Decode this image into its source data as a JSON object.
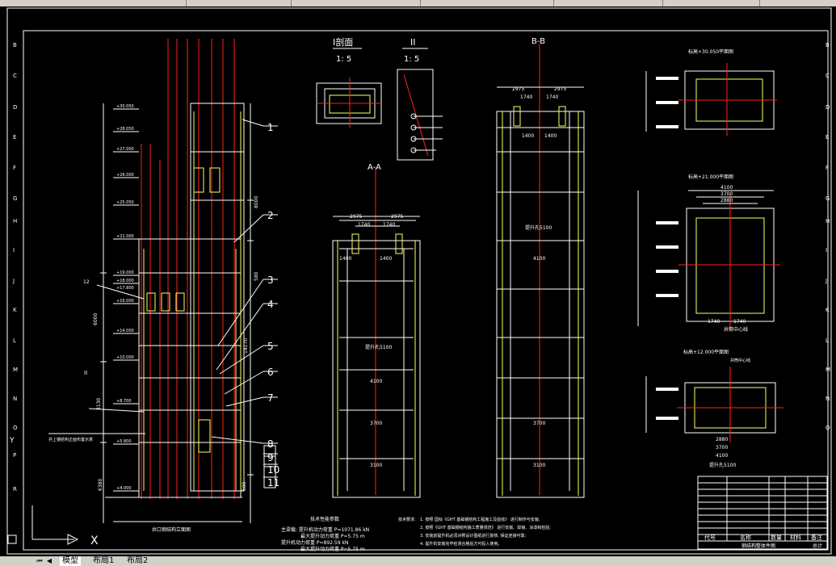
{
  "drawing": {
    "section_i_label": "I剖面",
    "section_i_scale": "1: 5",
    "section_ii_label": "II",
    "section_ii_scale": "1: 5",
    "section_aa_label": "A-A",
    "section_bb_label": "B-B",
    "dim_2975": "2975",
    "dim_1740": "1740",
    "dim_1400": "1400",
    "dim_4100": "4100",
    "dim_3700": "3700",
    "dim_3100": "3100",
    "dim_5100_aa": "提升孔5100",
    "dim_8000": "8000",
    "dim_6000": "6000",
    "dim_14170": "14170",
    "dim_6380": "6380",
    "dim_580": "580",
    "dim_3130": "3130",
    "callouts": [
      "1",
      "2",
      "3",
      "4",
      "5",
      "6",
      "7",
      "8",
      "9",
      "10",
      "11",
      "12"
    ],
    "elevation_labels": [
      "+30.050",
      "+28.050",
      "+27.000",
      "+26.000",
      "+25.050",
      "+21.000",
      "+19.000",
      "+18.000",
      "+17.800",
      "+16.000",
      "+14.000",
      "+10.000",
      "+8.700",
      "+5.800",
      "+4.000"
    ],
    "main_caption": "井口钢结构立面图",
    "bottom_label": "井上钢结构正面布置示意",
    "plan1_title": "标高+30.050平面图",
    "plan2_title": "标高+21.000平面图",
    "plan3_title": "标高+12.000平面图",
    "plan2_dims": [
      "4100",
      "3700",
      "2880",
      "1740",
      "1740"
    ],
    "plan3_dims": [
      "2880",
      "3700",
      "4100",
      "提升孔5100"
    ],
    "plan_center_label": "井筒中心线",
    "notes_title": "技术性能参数",
    "notes_left": [
      "主梁载: 提升机动力荷重 P=1071.86 kN",
      "最大提升动力荷重 P=5.75 m",
      "提升机动力荷重 P=892.59 kN",
      "最大提升动力荷重 P=5.75 m"
    ],
    "tech_req_title": "技术要求:",
    "tech_req": [
      "1. 按照 国标《GHT 基础钢结构工程施工及验收》 进行制作与安装;",
      "2. 按照《GHT 基础钢结构施工质量规范》 进行安装、焊接、涂漆和检验;",
      "3. 安装前提升机必须对照设计图纸进行复核, 保证连接可靠;",
      "4. 提升机安装完毕检测合格后方可投入使用。"
    ],
    "title_block": {
      "header_cols": [
        "代号",
        "名称",
        "数量",
        "材料",
        "备注"
      ],
      "title": "钢结构整体件图",
      "extra": "总计"
    }
  },
  "ui": {
    "tabs": [
      "模型",
      "布局1",
      "布局2"
    ],
    "axis_x_label": "X",
    "axis_y_label": "Y"
  },
  "colors": {
    "background": "#000000",
    "line_white": "#ffffff",
    "line_red": "#ff2020",
    "line_yellow": "#ffff60",
    "line_cyan": "#60ffff"
  }
}
